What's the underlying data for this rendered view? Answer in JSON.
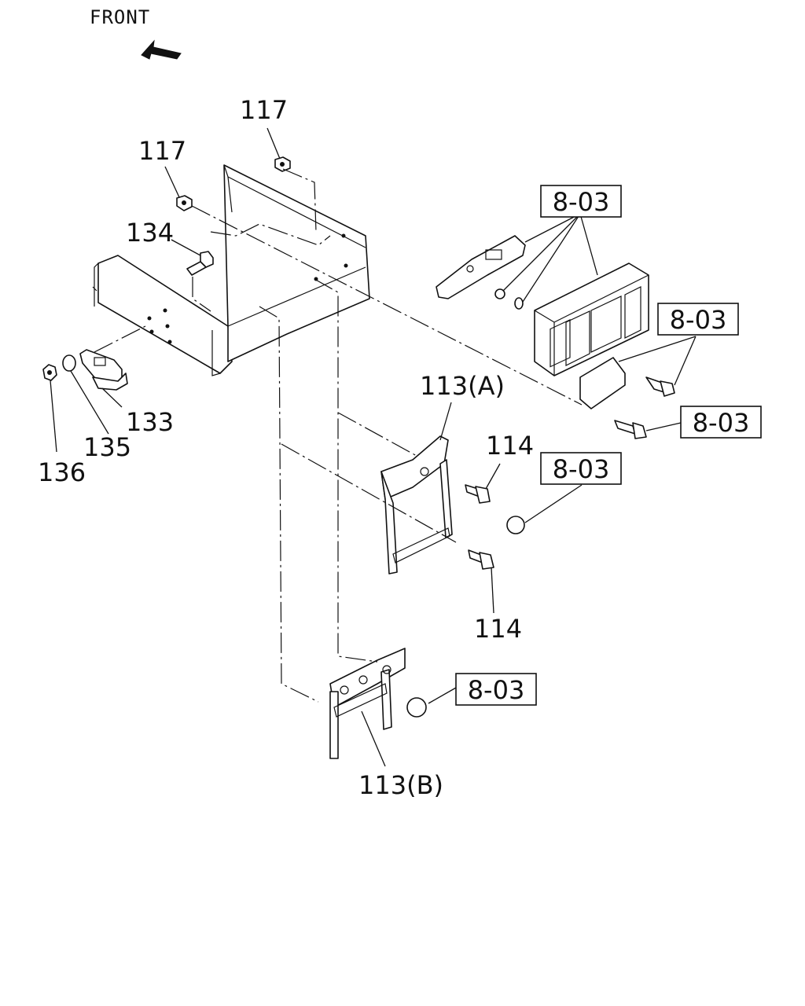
{
  "orientation_label": "FRONT",
  "part_labels": {
    "nut_top_right": "117",
    "nut_top_left": "117",
    "bolt_134": "134",
    "hook_133": "133",
    "washer_135": "135",
    "nut_136": "136",
    "bracket_a": "113(A)",
    "bracket_b": "113(B)",
    "bolt_114_upper": "114",
    "bolt_114_lower": "114"
  },
  "reference_boxes": {
    "lamp_assembly": "8-03",
    "plate_bolt": "8-03",
    "lower_bolt": "8-03",
    "grommet_upper": "8-03",
    "grommet_lower": "8-03"
  },
  "icons": [
    "front-arrow-icon"
  ]
}
